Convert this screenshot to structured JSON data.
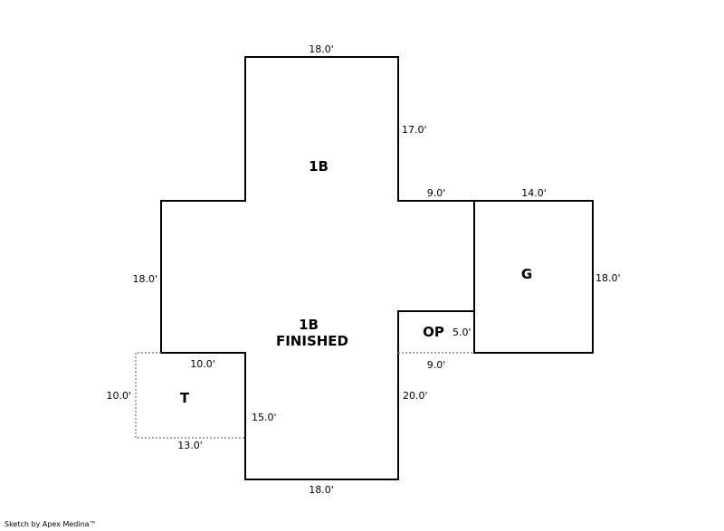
{
  "areas": {
    "main_upper": "1B",
    "main_lower_line1": "1B",
    "main_lower_line2": "FINISHED",
    "garage": "G",
    "open_porch": "OP",
    "terrace": "T"
  },
  "dimensions": {
    "top_width": "18.0'",
    "upper_right": "17.0'",
    "step_right": "9.0'",
    "garage_top": "14.0'",
    "left_side": "18.0'",
    "garage_right": "18.0'",
    "porch_side": "5.0'",
    "porch_bottom": "9.0'",
    "terrace_top": "10.0'",
    "terrace_left": "10.0'",
    "terrace_right": "15.0'",
    "terrace_bottom": "13.0'",
    "lower_right": "20.0'",
    "bottom_width": "18.0'"
  },
  "footer": {
    "credit": "Sketch by Apex Medina™"
  }
}
